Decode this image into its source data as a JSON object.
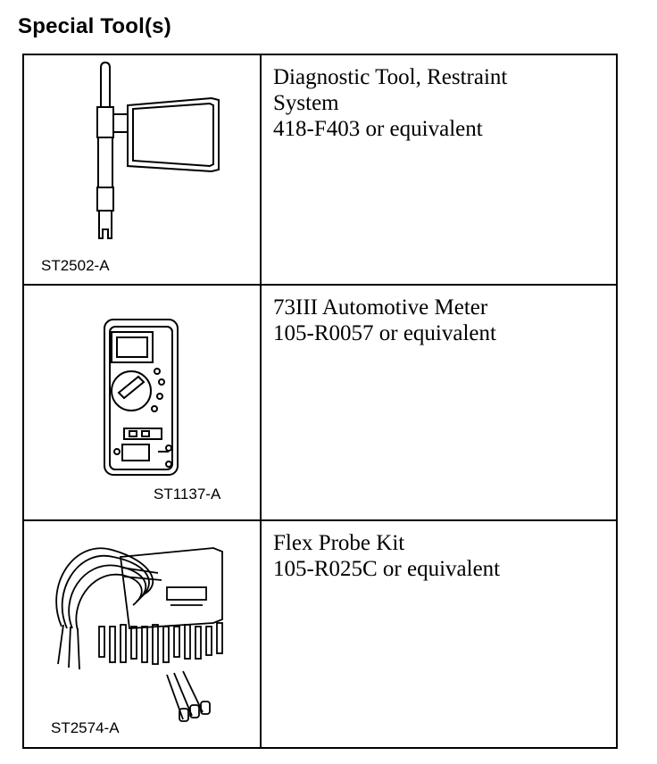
{
  "heading": "Special Tool(s)",
  "tools": [
    {
      "code": "ST2502-A",
      "icon": "restraint-diagnostic-tool-icon",
      "lines": [
        "Diagnostic Tool, Restraint",
        "System",
        "418-F403 or equivalent"
      ]
    },
    {
      "code": "ST1137-A",
      "icon": "automotive-meter-icon",
      "lines": [
        "73III Automotive Meter",
        "105-R0057 or equivalent"
      ]
    },
    {
      "code": "ST2574-A",
      "icon": "flex-probe-kit-icon",
      "lines": [
        "Flex Probe Kit",
        "105-R025C or equivalent"
      ]
    }
  ]
}
